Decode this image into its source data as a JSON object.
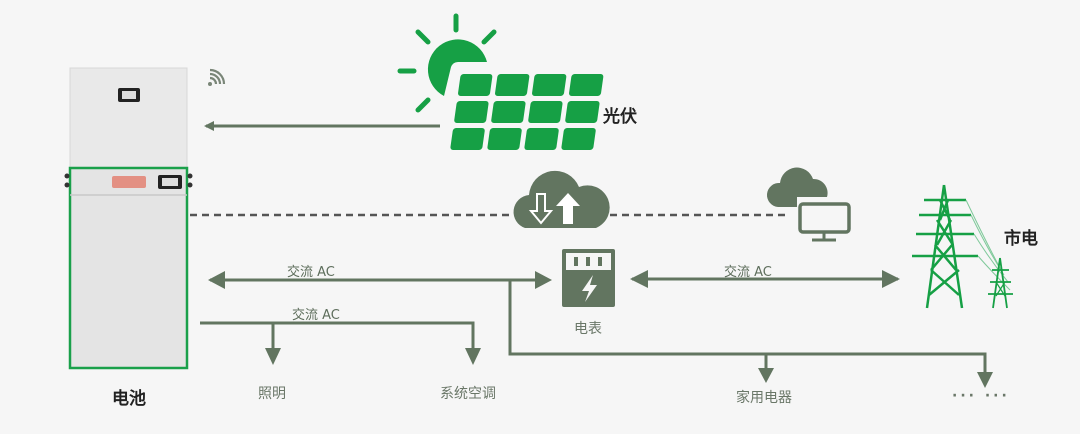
{
  "diagram": {
    "title": "Home energy storage system",
    "colors": {
      "line": "#627560",
      "green": "#16a045",
      "background": "#f6f6f6",
      "label_dark": "#222222",
      "label_grey": "#6a7768"
    },
    "nodes": {
      "pv": {
        "label": "光伏",
        "icon": "solar-panel-icon"
      },
      "grid": {
        "label": "市电",
        "icon": "power-tower-icon"
      },
      "battery": {
        "label": "电池",
        "icon": "battery-cabinet-icon"
      },
      "meter": {
        "label": "电表",
        "icon": "electric-meter-icon"
      },
      "cloud": {
        "icon": "cloud-transfer-icon"
      },
      "monitor": {
        "icon": "cloud-monitor-icon"
      },
      "wifi": {
        "icon": "wifi-icon"
      }
    },
    "edges": {
      "battery_meter": {
        "label": "交流 AC"
      },
      "meter_grid": {
        "label": "交流 AC"
      },
      "battery_loads": {
        "label": "交流 AC"
      }
    },
    "loads": [
      {
        "label": "照明"
      },
      {
        "label": "系统空调"
      },
      {
        "label": "家用电器"
      },
      {
        "label": "··· ···"
      }
    ]
  }
}
